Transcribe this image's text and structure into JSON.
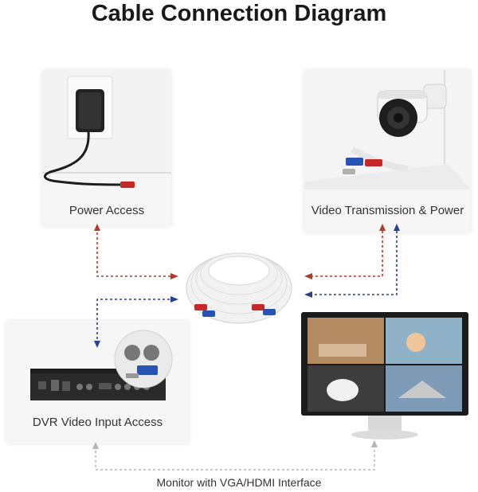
{
  "title": "Cable Connection Diagram",
  "cards": {
    "power": {
      "label": "Power Access"
    },
    "video": {
      "label": "Video Transmission & Power"
    },
    "dvr": {
      "label": "DVR Video Input Access"
    }
  },
  "monitor_label": "Monitor with VGA/HDMI Interface",
  "colors": {
    "power_line": "#b03a2e",
    "video_line": "#2a3f8f",
    "monitor_line": "#b5b5b5"
  }
}
